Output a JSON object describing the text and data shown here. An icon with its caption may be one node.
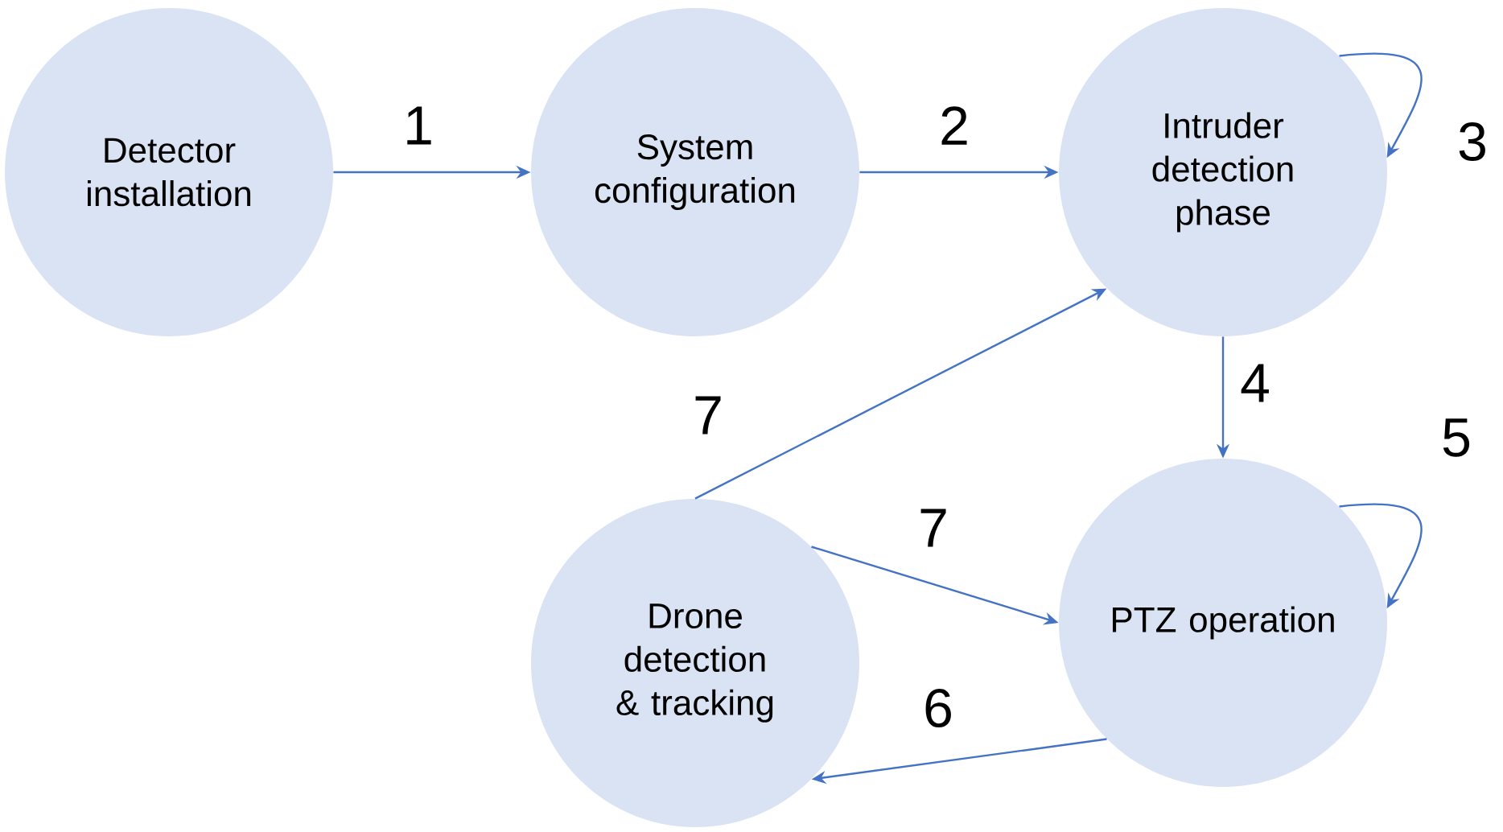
{
  "diagram": {
    "nodes": [
      {
        "text": [
          "Detector installation"
        ]
      },
      {
        "text": [
          "System configuration"
        ]
      },
      {
        "text": [
          "Intruder detection phase"
        ]
      },
      {
        "text": [
          "PTZ operation"
        ]
      },
      {
        "text": [
          "Drone detection & tracking"
        ]
      }
    ],
    "edges": [
      {
        "from": 0,
        "to": 1,
        "arrow": "to",
        "label": "1"
      },
      {
        "from": 1,
        "to": 2,
        "arrow": "to",
        "label": "2"
      },
      {
        "from": 2,
        "to": 2,
        "arrow": "to",
        "label": "3"
      },
      {
        "from": 2,
        "to": 3,
        "arrow": "to",
        "label": "4"
      },
      {
        "from": 3,
        "to": 3,
        "arrow": "to",
        "label": "5"
      },
      {
        "from": 3,
        "to": 4,
        "arrow": "to",
        "label": "6"
      },
      {
        "from": 4,
        "to": 2,
        "arrow": "to",
        "label": "7"
      },
      {
        "from": 4,
        "to": 3,
        "arrow": "to",
        "label": "7"
      }
    ]
  }
}
